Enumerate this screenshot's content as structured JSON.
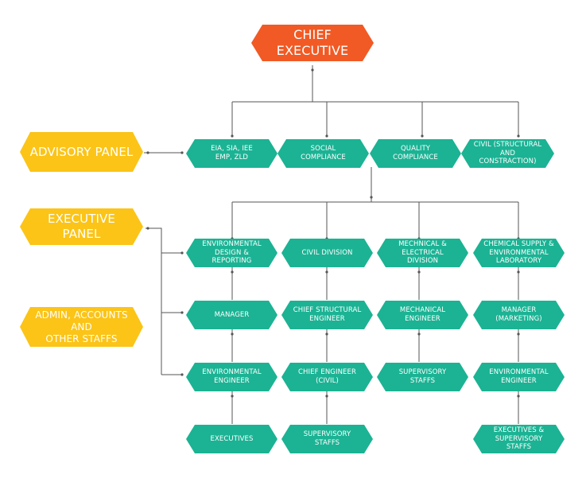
{
  "chief": "CHIEF EXECUTIVE",
  "panels": {
    "advisory": "ADVISORY PANEL",
    "executive": "EXECUTIVE PANEL",
    "admin": "ADMIN, ACCOUNTS AND\nOTHER STAFFS"
  },
  "compliance": [
    "EIA, SIA, IEE\nEMP, ZLD",
    "SOCIAL\nCOMPLIANCE",
    "QUALITY COMPLIANCE",
    "CIVIL (STRUCTURAL\nAND CONSTRACTION)"
  ],
  "divisions": [
    "ENVIRONMENTAL\nDESIGN & REPORTING",
    "CIVIL DIVISION",
    "MECHNICAL &\nELECTRICAL DIVISION",
    "CHEMICAL SUPPLY &\nENVIRONMENTAL\nLABORATORY"
  ],
  "managers": [
    "MANAGER",
    "CHIEF STRUCTURAL\nENGINEER",
    "MECHANICAL\nENGINEER",
    "MANAGER\n(MARKETING)"
  ],
  "engineers": [
    "ENVIRONMENTAL\nENGINEER",
    "CHIEF ENGINEER\n(CIVIL)",
    "SUPERVISORY STAFFS",
    "ENVIRONMENTAL\nENGINEER"
  ],
  "bottom": [
    "EXECUTIVES",
    "SUPERVISORY STAFFS",
    "EXECUTIVES &\nSUPERVISORY STAFFS"
  ],
  "colors": {
    "chief": "#f15a24",
    "panel": "#fbc417",
    "unit": "#1bb394",
    "line": "#555555"
  }
}
